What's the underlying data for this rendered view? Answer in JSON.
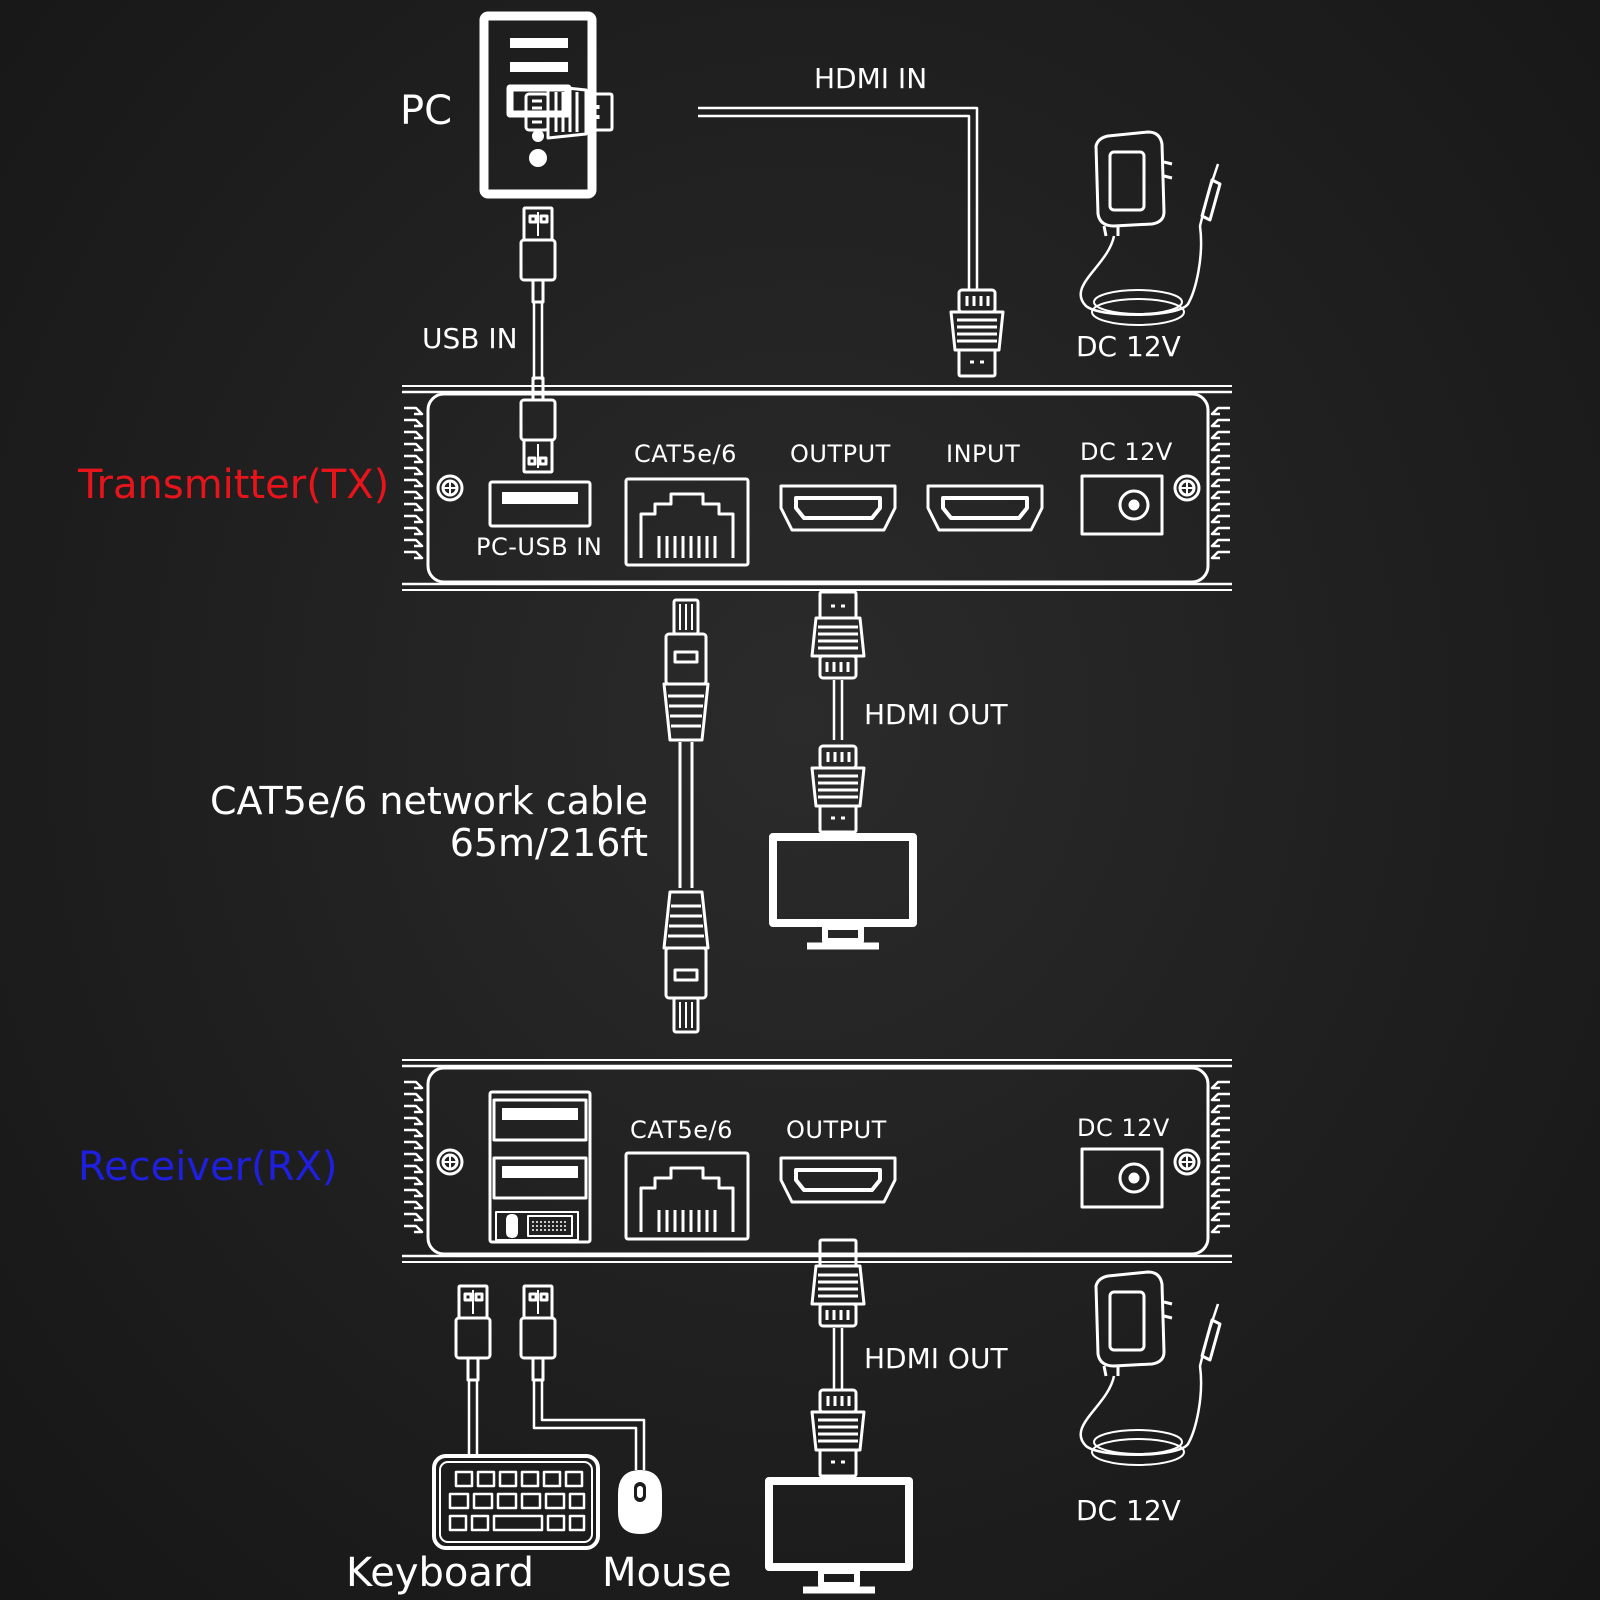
{
  "labels": {
    "pc": "PC",
    "hdmi_in": "HDMI IN",
    "usb_in": "USB IN",
    "dc_adapter_tx": "DC 12V",
    "transmitter": "Transmitter(TX)",
    "tx_port_cat": "CAT5e/6",
    "tx_port_output": "OUTPUT",
    "tx_port_input": "INPUT",
    "tx_port_dc": "DC 12V",
    "tx_port_usb": "PC-USB IN",
    "hdmi_out_tx": "HDMI OUT",
    "network_cable_line1": "CAT5e/6 network cable",
    "network_cable_line2": "65m/216ft",
    "receiver": "Receiver(RX)",
    "rx_port_cat": "CAT5e/6",
    "rx_port_output": "OUTPUT",
    "rx_port_dc": "DC 12V",
    "hdmi_out_rx": "HDMI OUT",
    "dc_adapter_rx": "DC 12V",
    "keyboard": "Keyboard",
    "mouse": "Mouse"
  },
  "colors": {
    "background": "#1c1c1c",
    "line": "#ffffff",
    "transmitter_label": "#e8141c",
    "receiver_label": "#1f1fe0"
  },
  "icons": [
    "pc-tower-icon",
    "hdmi-plug-icon",
    "usb-plug-icon",
    "rj45-plug-icon",
    "power-adapter-icon",
    "monitor-icon",
    "keyboard-icon",
    "mouse-icon",
    "screw-icon"
  ]
}
